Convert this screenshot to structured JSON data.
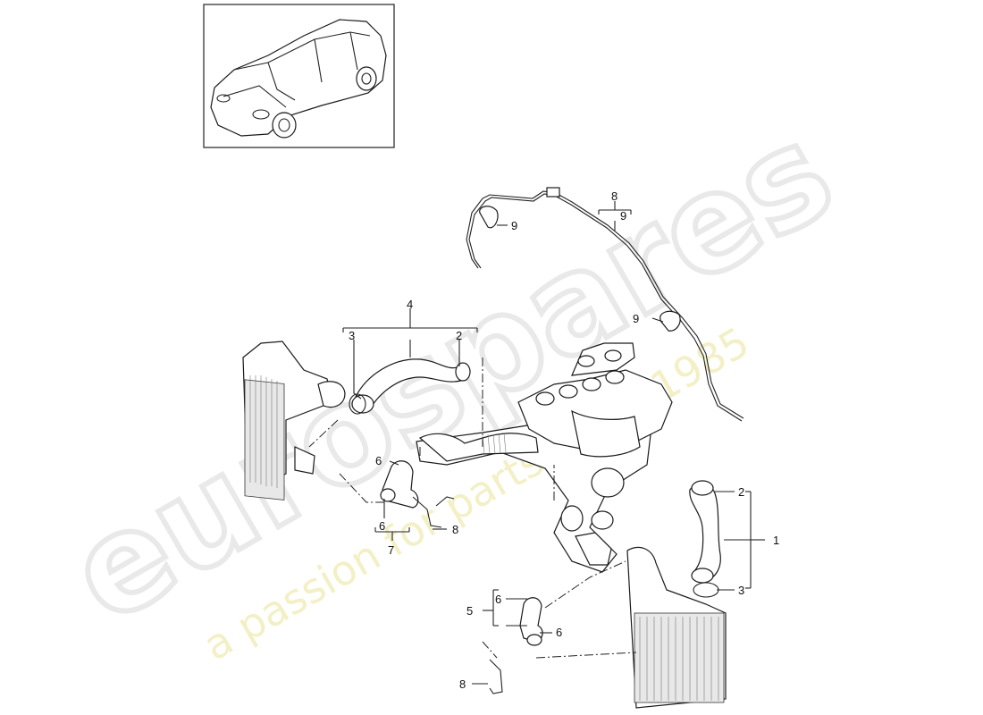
{
  "watermark": {
    "brand": "eurospares",
    "tagline": "a passion for parts since 1985"
  },
  "callouts": {
    "c1": "1",
    "c2a": "2",
    "c2b": "2",
    "c3a": "3",
    "c3b": "3",
    "c4": "4",
    "c5": "5",
    "c6a": "6",
    "c6b": "6",
    "c6c": "6",
    "c6d": "6",
    "c7": "7",
    "c8a": "8",
    "c8b": "8",
    "c8c": "8",
    "c9a": "9",
    "c9b": "9",
    "c9c": "9"
  }
}
